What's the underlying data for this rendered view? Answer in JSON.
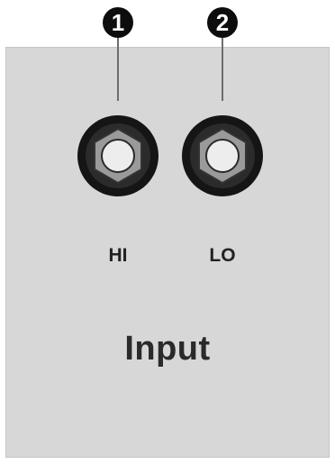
{
  "callouts": [
    {
      "number": "1"
    },
    {
      "number": "2"
    }
  ],
  "jacks": [
    {
      "label": "HI",
      "icon": "banana-jack-icon"
    },
    {
      "label": "LO",
      "icon": "banana-jack-icon"
    }
  ],
  "section_title": "Input",
  "colors": {
    "panel": "#d7d7d7",
    "callout_fill": "#0d0d0d",
    "jack_ring": "#151515",
    "nut": "#9a9a9a",
    "leader": "#6e6e6e"
  }
}
